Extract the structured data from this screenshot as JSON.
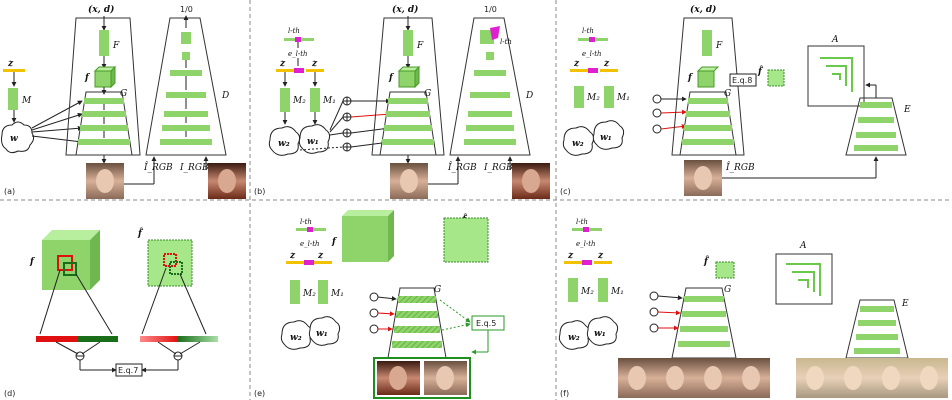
{
  "panels": {
    "a": {
      "label": "(a)"
    },
    "b": {
      "label": "(b)"
    },
    "c": {
      "label": "(c)"
    },
    "d": {
      "label": "(d)"
    },
    "e": {
      "label": "(e)"
    },
    "f": {
      "label": "(f)"
    }
  },
  "text": {
    "xd": "(x, d)",
    "one_zero": "1/0",
    "F": "F",
    "G": "G",
    "D": "D",
    "M": "M",
    "M1": "M₁",
    "M2": "M₂",
    "A": "A",
    "E": "E",
    "z": "z",
    "w": "w",
    "w1": "w₁",
    "w2": "w₂",
    "f": "f",
    "fhat": "f̂",
    "irgb_hat": "Î_RGB",
    "irgb": "I_RGB",
    "lth": "l-th",
    "e_lth": "e_l-th",
    "eq8": "E.q.8",
    "eq7": "E.q.7",
    "eq5": "E.q.5"
  },
  "colors": {
    "green": "#8fd36b",
    "green_dark": "#5aa83a",
    "green_face": "#a6e889",
    "yellow": "#f2c200",
    "magenta": "#e020d0",
    "red": "#e01010",
    "dark_green": "#1a6e1a",
    "face_border": "#1f8f1f"
  }
}
